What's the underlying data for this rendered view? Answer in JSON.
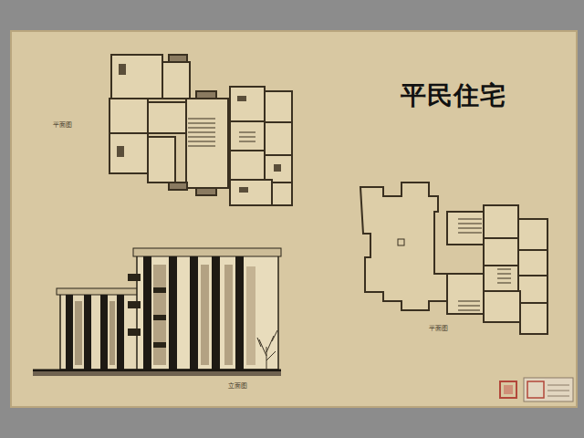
{
  "diagram": {
    "title": "平民住宅",
    "labels": [
      "平面图",
      "平面图",
      "立面图"
    ]
  }
}
